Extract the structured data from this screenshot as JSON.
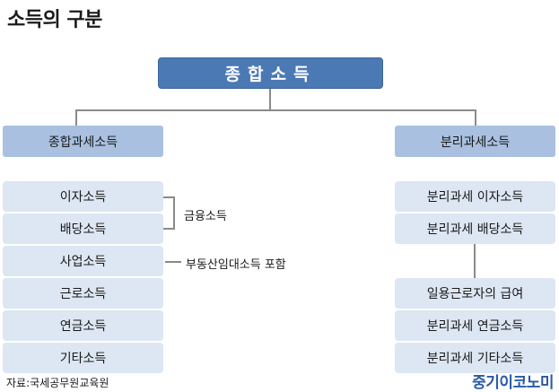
{
  "title": "소득의 구분",
  "root": "종합소득",
  "left": {
    "category": "종합과세소득",
    "items": [
      "이자소득",
      "배당소득",
      "사업소득",
      "근로소득",
      "연금소득",
      "기타소득"
    ],
    "financial_note": "금융소득",
    "business_note": "부동산임대소득 포함"
  },
  "right": {
    "category": "분리과세소득",
    "items": [
      "분리과세 이자소득",
      "분리과세 배당소득",
      "일용근로자의 급여",
      "분리과세 연금소득",
      "분리과세 기타소득"
    ]
  },
  "source": "자료:국세공무원교육원",
  "logo": "중기이코노미"
}
